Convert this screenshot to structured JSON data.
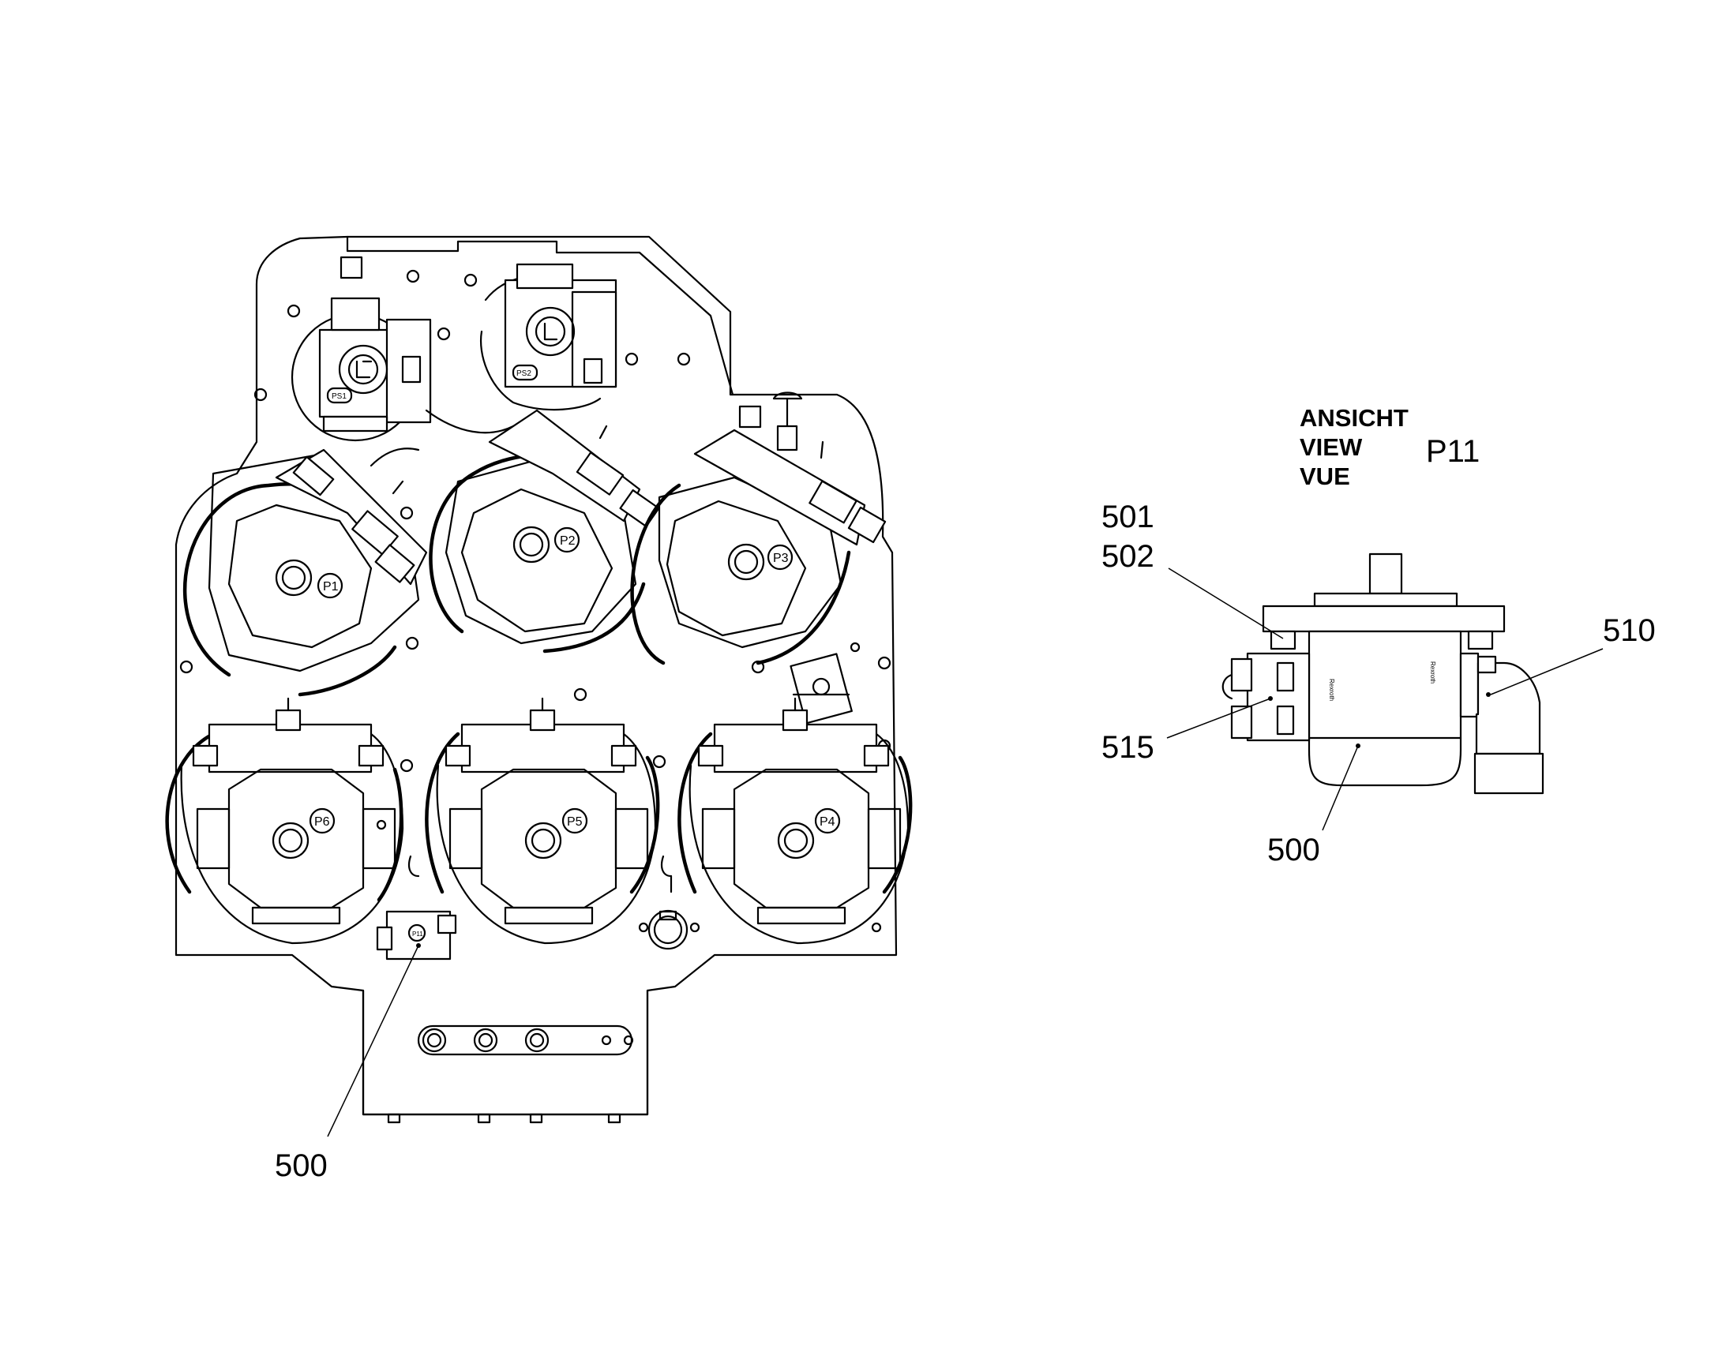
{
  "view_title": {
    "line1": "ANSICHT",
    "line2": "VIEW",
    "line3": "VUE",
    "pump_id": "P11"
  },
  "main_view": {
    "pump_labels": [
      "P1",
      "P2",
      "P3",
      "P4",
      "P5",
      "P6"
    ],
    "small_pump_labels": [
      "PS1",
      "PS2"
    ],
    "callout_500": "500"
  },
  "detail_view": {
    "callouts": {
      "c501": "501",
      "c502": "502",
      "c510": "510",
      "c515": "515",
      "c500": "500"
    },
    "body_text_left": "Rexroth",
    "body_text_right": "Rexroth"
  }
}
